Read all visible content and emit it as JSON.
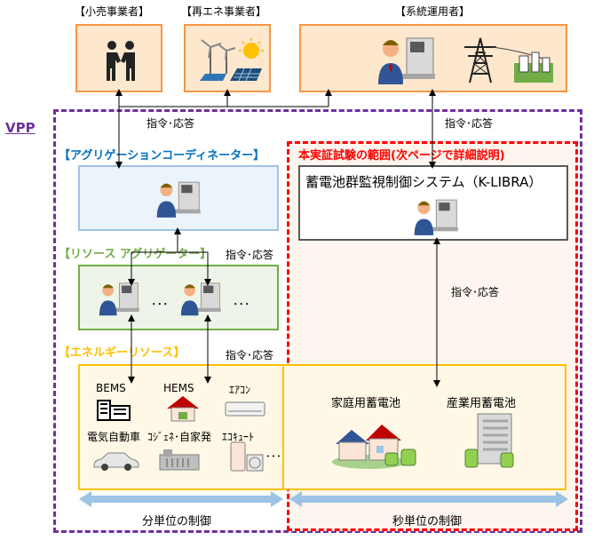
{
  "top": {
    "retailer_label": "【小売事業者】",
    "renewable_label": "【再エネ事業者】",
    "operator_label": "【系統運用者】"
  },
  "vpp_label": "VPP",
  "command_response": "指令･応答",
  "aggregation_coordinator_label": "【アグリゲーションコーディネーター】",
  "resource_aggregator_label": "【リソース アグリゲーター】",
  "ellipsis": "･･･",
  "energy_resources_label": "【エネルギーリソース】",
  "scope_label": "本実証試験の範囲(次ページで詳細説明)",
  "klibra_title": "蓄電池群監視制御システム（K-LIBRA）",
  "resources": {
    "bems": "BEMS",
    "hems": "HEMS",
    "aircon": "ｴｱｺﾝ",
    "ev": "電気自動車",
    "cogen": "ｺｼﾞｪﾈ･自家発",
    "ecocute": "ｴｺｷｭｰﾄ",
    "more": "･･･",
    "home_battery": "家庭用蓄電池",
    "industrial_battery": "産業用蓄電池"
  },
  "bottom": {
    "minute_control": "分単位の制御",
    "second_control": "秒単位の制御"
  },
  "colors": {
    "orange": "#f79646",
    "orange_fill": "#fde7cd",
    "purple": "#7030a0",
    "red": "#ff0000",
    "blue": "#0070c0",
    "green": "#70ad47",
    "yellow": "#ffc000",
    "arrow_blue": "#9dc3e6"
  }
}
